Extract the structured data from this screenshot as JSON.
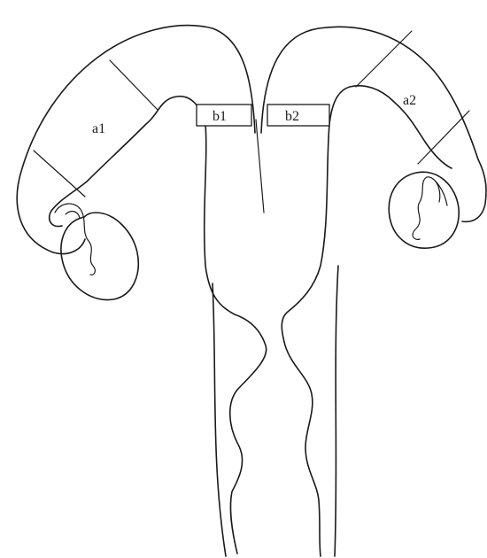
{
  "labels": {
    "a1": "a1",
    "a2": "a2",
    "b1": "b1",
    "b2": "b2"
  },
  "colors": {
    "ink": "#1a1a1a",
    "background": "#ffffff"
  }
}
